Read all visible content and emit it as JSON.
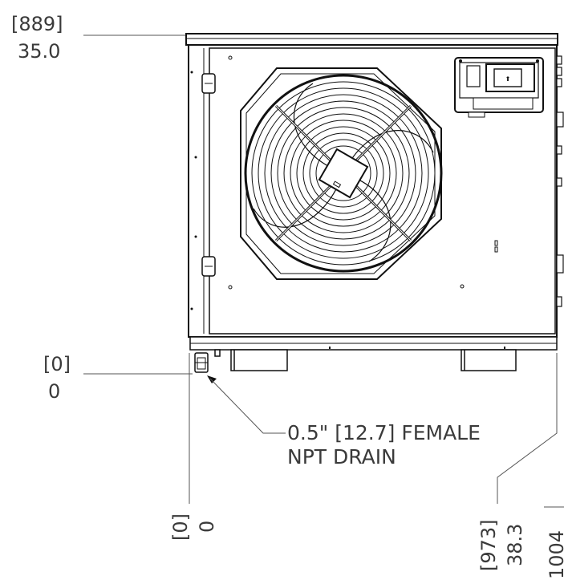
{
  "dimensions": {
    "top": {
      "mm": "[889]",
      "inch": "35.0"
    },
    "drain_height": {
      "mm": "[0]",
      "inch": "0"
    },
    "left_origin": {
      "mm": "[0]",
      "inch": "0"
    },
    "right_inner": {
      "mm": "[973]",
      "inch": "38.3"
    },
    "right_outer": {
      "mm": "1004"
    }
  },
  "callout": {
    "line1": "0.5\" [12.7] FEMALE",
    "line2": "NPT DRAIN"
  }
}
